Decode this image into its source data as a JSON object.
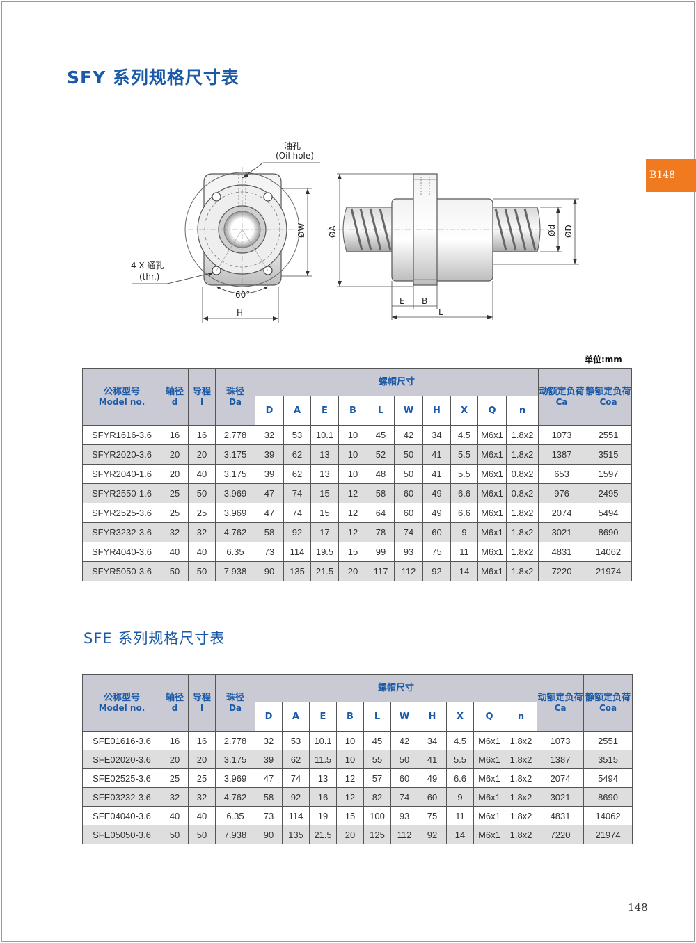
{
  "page": {
    "title_sfy": "SFY 系列规格尺寸表",
    "title_sfe": "SFE 系列规格尺寸表",
    "tab": "B148",
    "unit": "单位:mm",
    "page_number": "148"
  },
  "drawing": {
    "oil_hole": "油孔",
    "oil_hole_en": "(Oil hole)",
    "thru_holes": "4-X 通孔",
    "thru_holes_en": "(thr.)",
    "angle": "60°",
    "dim_H": "H",
    "dim_W": "ØW",
    "dim_A": "ØA",
    "dim_d": "Ød",
    "dim_D": "ØD",
    "dim_E": "E",
    "dim_B": "B",
    "dim_L": "L"
  },
  "table_header": {
    "model": "公称型号",
    "model_en": "Model no.",
    "shaft": "轴径",
    "shaft_sym": "d",
    "lead": "导程",
    "lead_sym": "l",
    "ball": "珠径",
    "ball_sym": "Da",
    "nut": "螺帽尺寸",
    "dyn": "动额定负荷",
    "dyn_sym": "Ca",
    "stat": "静额定负荷",
    "stat_sym": "Coa",
    "sub": [
      "D",
      "A",
      "E",
      "B",
      "L",
      "W",
      "H",
      "X",
      "Q",
      "n"
    ]
  },
  "sfy_rows": [
    [
      "SFYR1616-3.6",
      "16",
      "16",
      "2.778",
      "32",
      "53",
      "10.1",
      "10",
      "45",
      "42",
      "34",
      "4.5",
      "M6x1",
      "1.8x2",
      "1073",
      "2551"
    ],
    [
      "SFYR2020-3.6",
      "20",
      "20",
      "3.175",
      "39",
      "62",
      "13",
      "10",
      "52",
      "50",
      "41",
      "5.5",
      "M6x1",
      "1.8x2",
      "1387",
      "3515"
    ],
    [
      "SFYR2040-1.6",
      "20",
      "40",
      "3.175",
      "39",
      "62",
      "13",
      "10",
      "48",
      "50",
      "41",
      "5.5",
      "M6x1",
      "0.8x2",
      "653",
      "1597"
    ],
    [
      "SFYR2550-1.6",
      "25",
      "50",
      "3.969",
      "47",
      "74",
      "15",
      "12",
      "58",
      "60",
      "49",
      "6.6",
      "M6x1",
      "0.8x2",
      "976",
      "2495"
    ],
    [
      "SFYR2525-3.6",
      "25",
      "25",
      "3.969",
      "47",
      "74",
      "15",
      "12",
      "64",
      "60",
      "49",
      "6.6",
      "M6x1",
      "1.8x2",
      "2074",
      "5494"
    ],
    [
      "SFYR3232-3.6",
      "32",
      "32",
      "4.762",
      "58",
      "92",
      "17",
      "12",
      "78",
      "74",
      "60",
      "9",
      "M6x1",
      "1.8x2",
      "3021",
      "8690"
    ],
    [
      "SFYR4040-3.6",
      "40",
      "40",
      "6.35",
      "73",
      "114",
      "19.5",
      "15",
      "99",
      "93",
      "75",
      "11",
      "M6x1",
      "1.8x2",
      "4831",
      "14062"
    ],
    [
      "SFYR5050-3.6",
      "50",
      "50",
      "7.938",
      "90",
      "135",
      "21.5",
      "20",
      "117",
      "112",
      "92",
      "14",
      "M6x1",
      "1.8x2",
      "7220",
      "21974"
    ]
  ],
  "sfe_rows": [
    [
      "SFE01616-3.6",
      "16",
      "16",
      "2.778",
      "32",
      "53",
      "10.1",
      "10",
      "45",
      "42",
      "34",
      "4.5",
      "M6x1",
      "1.8x2",
      "1073",
      "2551"
    ],
    [
      "SFE02020-3.6",
      "20",
      "20",
      "3.175",
      "39",
      "62",
      "11.5",
      "10",
      "55",
      "50",
      "41",
      "5.5",
      "M6x1",
      "1.8x2",
      "1387",
      "3515"
    ],
    [
      "SFE02525-3.6",
      "25",
      "25",
      "3.969",
      "47",
      "74",
      "13",
      "12",
      "57",
      "60",
      "49",
      "6.6",
      "M6x1",
      "1.8x2",
      "2074",
      "5494"
    ],
    [
      "SFE03232-3.6",
      "32",
      "32",
      "4.762",
      "58",
      "92",
      "16",
      "12",
      "82",
      "74",
      "60",
      "9",
      "M6x1",
      "1.8x2",
      "3021",
      "8690"
    ],
    [
      "SFE04040-3.6",
      "40",
      "40",
      "6.35",
      "73",
      "114",
      "19",
      "15",
      "100",
      "93",
      "75",
      "11",
      "M6x1",
      "1.8x2",
      "4831",
      "14062"
    ],
    [
      "SFE05050-3.6",
      "50",
      "50",
      "7.938",
      "90",
      "135",
      "21.5",
      "20",
      "125",
      "112",
      "92",
      "14",
      "M6x1",
      "1.8x2",
      "7220",
      "21974"
    ]
  ]
}
